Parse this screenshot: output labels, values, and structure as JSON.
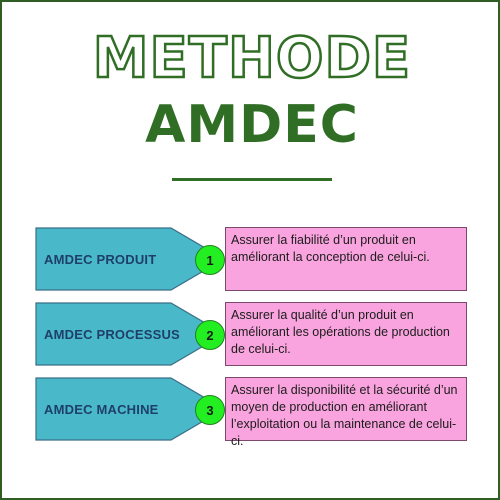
{
  "title": {
    "line1": "METHODE",
    "line2": "AMDEC"
  },
  "colors": {
    "brand_green": "#2f6e24",
    "arrow_fill": "#49b8c9",
    "description_fill": "#f9a4de",
    "badge_fill": "#22ee22"
  },
  "items": [
    {
      "label": "AMDEC PRODUIT",
      "number": "1",
      "description": "Assurer la fiabilité d’un produit en améliorant la conception de celui-ci."
    },
    {
      "label": "AMDEC PROCESSUS",
      "number": "2",
      "description": "Assurer la qualité d’un produit en améliorant les opérations de production de celui-ci."
    },
    {
      "label": "AMDEC MACHINE",
      "number": "3",
      "description": "Assurer la disponibilité et la sécurité d’un moyen de production en améliorant l’exploitation ou la maintenance de celui-ci."
    }
  ]
}
